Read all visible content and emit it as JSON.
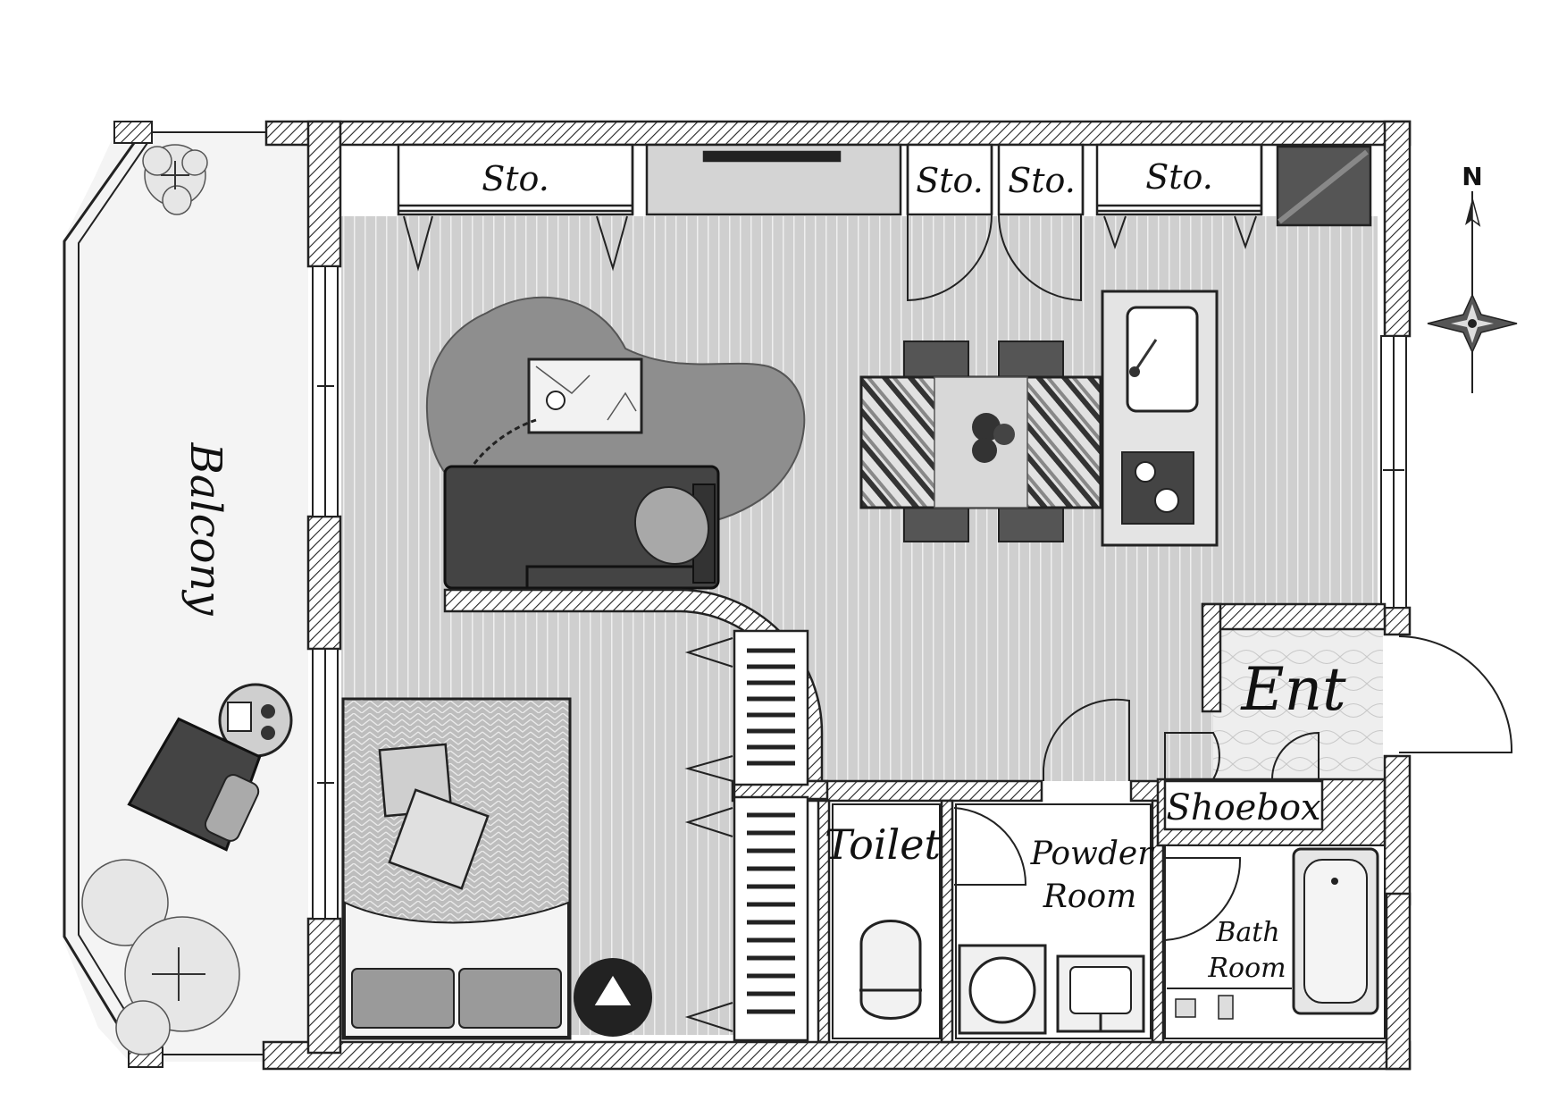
{
  "floor_plan": {
    "rooms": {
      "balcony": "Balcony",
      "storage": [
        "Sto.",
        "Sto.",
        "Sto.",
        "Sto."
      ],
      "entrance": "Ent",
      "shoebox": "Shoebox",
      "toilet": "Toilet",
      "powder_room_line1": "Powder",
      "powder_room_line2": "Room",
      "bath_room_line1": "Bath",
      "bath_room_line2": "Room"
    },
    "compass": {
      "north_label": "N"
    }
  }
}
